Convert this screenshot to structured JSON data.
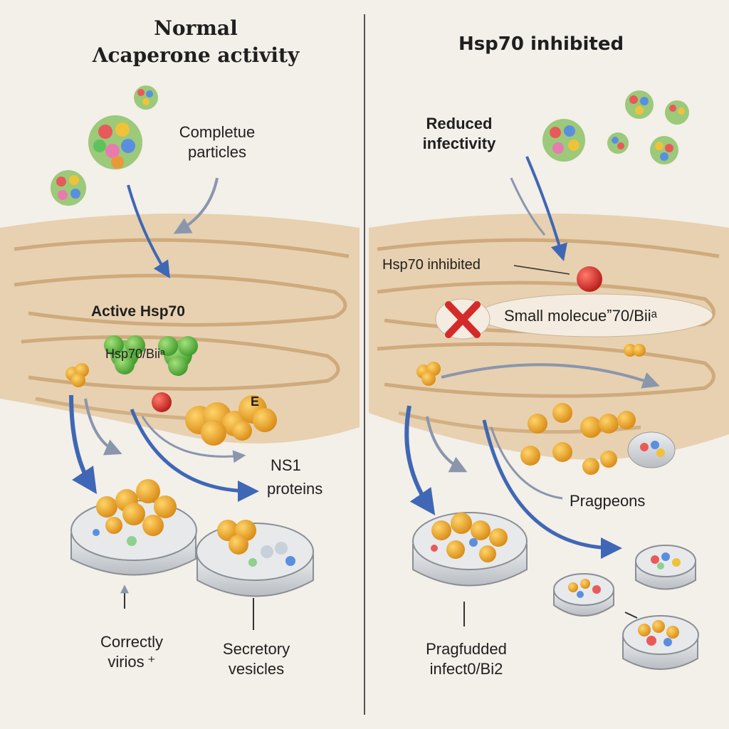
{
  "left_panel": {
    "title_line1": "Normal",
    "title_line2": "Λcaperone activity",
    "complete_particles": [
      "Completue",
      "particles"
    ],
    "active_hsp70": "Active Hsp70",
    "hsp70_bii": "Hsp70/Biiᵃ",
    "e_label": "E",
    "ns1": "NS1",
    "proteins": "proteins",
    "correctly_virions": [
      "Correctly",
      "virios ⁺"
    ],
    "secretory_vesicles": [
      "Secretory",
      "vesicles"
    ]
  },
  "right_panel": {
    "title": "Hsp70 inhibited",
    "reduced_infectivity": [
      "Reduced",
      "infectivity"
    ],
    "hsp70_inhibited_label": "Hsp70 inhibited",
    "small_molecule": "Small molecuеˮ70/Biiᵃ",
    "pragpeons": "Pragpeons",
    "pragfolded": [
      "Pragfudded",
      "infect0/Bi2"
    ]
  },
  "colors": {
    "background": "#f3efe9",
    "er_membrane": "#d9b98f",
    "arrow_blue": "#3f67b5",
    "protein_orange": "#e8a62a",
    "hsp70_green": "#6fbf4a",
    "inhibitor_red": "#d42a2a",
    "vesicle_gray": "#d7d9dc"
  }
}
